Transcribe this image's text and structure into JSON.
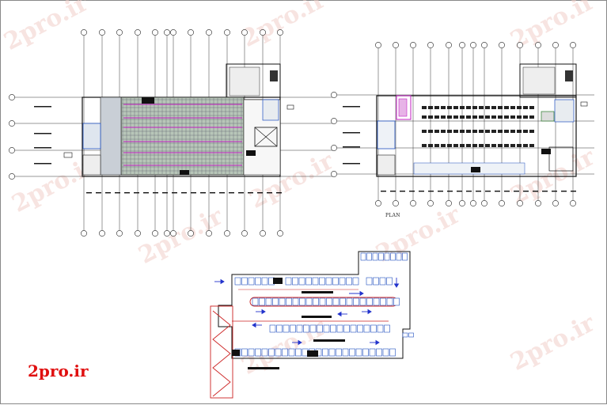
{
  "watermark": {
    "text": "2pro.ir"
  },
  "logo": {
    "text": "2pro.ir"
  },
  "labels": {
    "plan": "PLAN"
  },
  "colors": {
    "accent_magenta": "#c21ec2",
    "hatch_fill": "#b8c6b8",
    "ramp_red": "#cc2222",
    "arrow_blue": "#2233cc",
    "logo_red": "#e01010",
    "watermark_pink": "#f2cfc9"
  }
}
